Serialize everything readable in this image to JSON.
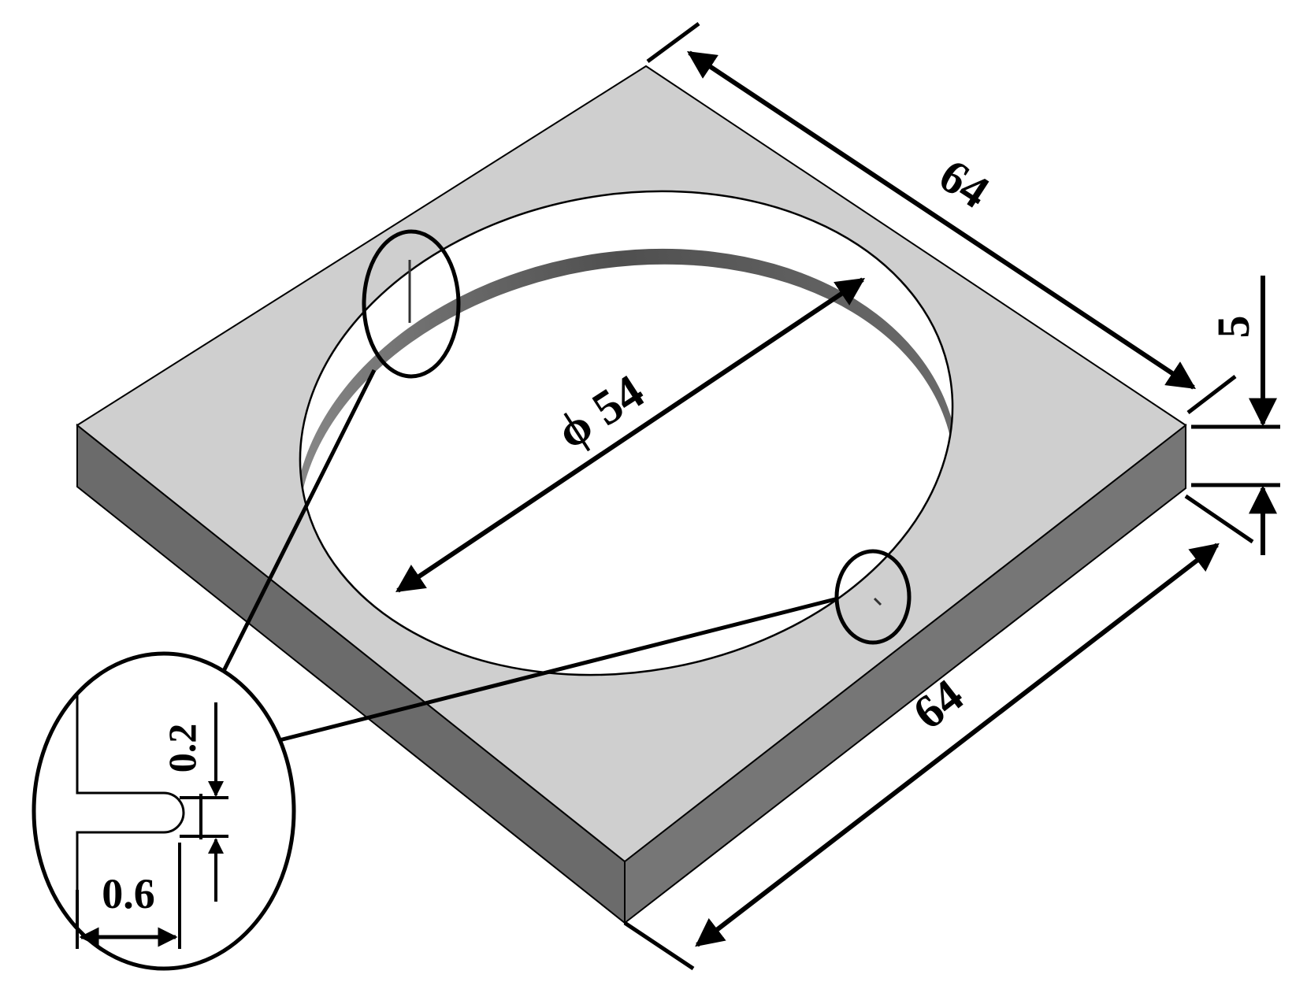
{
  "figure": {
    "dimensions": {
      "side_top": "64",
      "side_bottom": "64",
      "hole_diameter": "ϕ 54",
      "thickness": "5",
      "notch_depth": "0.2",
      "notch_width": "0.6"
    },
    "colors": {
      "top_face": "#cfcfcf",
      "front_face": "#6b6b6b",
      "right_face": "#7a7a7a",
      "hole_wall_dark": "#555555",
      "hole_wall_light": "#9a9a9a",
      "lines": "#000000"
    }
  }
}
